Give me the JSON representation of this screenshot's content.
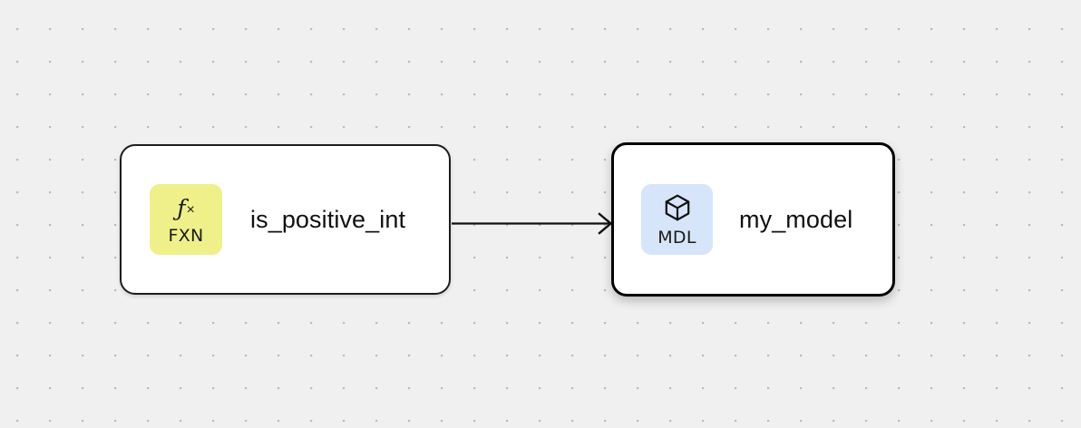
{
  "canvas": {
    "background_color": "#f0f0f0",
    "dot_color": "#b9b9b9",
    "grid_spacing": 36
  },
  "nodes": [
    {
      "id": "fxn-node",
      "title": "is_positive_int",
      "badge": {
        "glyph": "ƒ",
        "glyph_suffix": "×",
        "caption": "FXN",
        "icon_name": "function-icon",
        "color": "#eff089"
      },
      "selected": false,
      "border_color": "#1d1d1f"
    },
    {
      "id": "mdl-node",
      "title": "my_model",
      "badge": {
        "glyph": "",
        "glyph_suffix": "",
        "caption": "MDL",
        "icon_name": "cube-icon",
        "color": "#d6e5fa"
      },
      "selected": true,
      "border_color": "#000000"
    }
  ],
  "edges": [
    {
      "id": "edge-fxn-to-mdl",
      "source": "fxn-node",
      "target": "mdl-node",
      "color": "#111111",
      "arrowhead": "chevron"
    }
  ]
}
